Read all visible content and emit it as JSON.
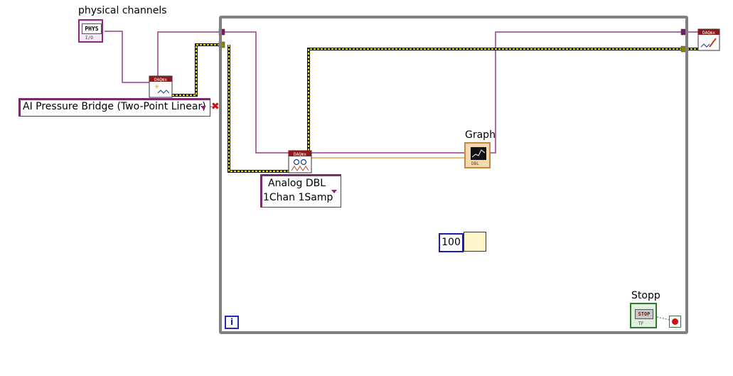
{
  "labels": {
    "physical_channels": "physical channels",
    "graph": "Graph",
    "stop": "Stopp"
  },
  "physical_channels_control": {
    "icon_text": "PHYS",
    "sub_text": "I/O"
  },
  "create_channel": {
    "header": "DAQmx",
    "selector_value": "AI Pressure Bridge (Two-Point Linear)"
  },
  "read": {
    "header": "DAQmx",
    "selector_line1": "Analog DBL",
    "selector_line2": "1Chan 1Samp"
  },
  "clear_task": {
    "header": "DAQmx"
  },
  "wait": {
    "constant": "100"
  },
  "graph_terminal": {
    "type_text": "DBL"
  },
  "stop_button": {
    "button_text": "STOP",
    "type_text": "TF"
  },
  "loop": {
    "iteration_label": "i"
  },
  "colors": {
    "task_wire": "#9b3a8e",
    "error_wire": "#c9c200",
    "dbl_wire": "#e3a64c",
    "loop_border": "#808080",
    "numeric_blue": "#1d1db5",
    "boolean_green": "#2f7a2f"
  }
}
